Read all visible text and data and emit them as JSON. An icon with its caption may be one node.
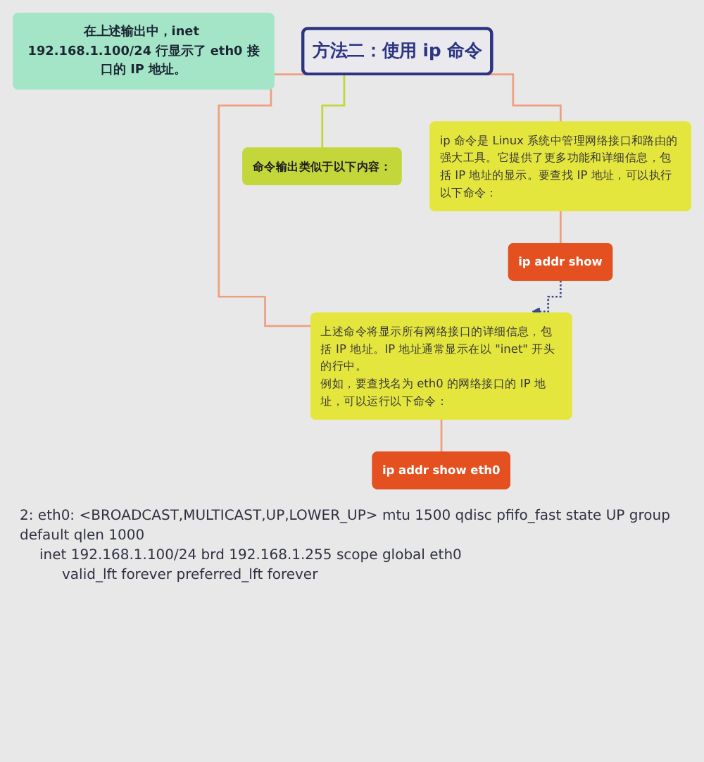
{
  "diagram": {
    "nodes": [
      {
        "text": [
          "方法二：使用 ip 命令"
        ]
      },
      {
        "text": [
          "ip 命令是 Linux 系统中管理网络接口和路由的强大工具。它提供了更多功能和详细信息，包括 IP 地址的显示。要查找 IP 地址，可以执行以下命令："
        ]
      },
      {
        "text": [
          "ip addr show"
        ]
      },
      {
        "text": [
          "上述命令将显示所有网络接口的详细信息，包括 IP 地址。IP 地址通常显示在以 \"inet\" 开头的行中。",
          "例如，要查找名为 eth0 的网络接口的 IP 地址，可以运行以下命令："
        ]
      },
      {
        "text": [
          "ip addr show eth0"
        ]
      },
      {
        "text": [
          "命令输出类似于以下内容："
        ]
      },
      {
        "text": [
          "在上述输出中，inet 192.168.1.100/24 行显示了 eth0 接口的 IP 地址。"
        ]
      }
    ],
    "edges": [
      {
        "from": 0,
        "to": 1,
        "arrow": "none"
      },
      {
        "from": 1,
        "to": 2,
        "arrow": "none"
      },
      {
        "from": 0,
        "to": 3,
        "arrow": "none"
      },
      {
        "from": 3,
        "to": 4,
        "arrow": "none"
      },
      {
        "from": 0,
        "to": 5,
        "arrow": "none",
        "color": "#c3d63a"
      },
      {
        "from": 2,
        "to": 3,
        "arrow": "to",
        "style": "dashed",
        "color": "#3b4a8a"
      }
    ],
    "labels": [
      "2: eth0: <BROADCAST,MULTICAST,UP,LOWER_UP> mtu 1500 qdisc pfifo_fast state UP group default qlen 1000",
      "inet 192.168.1.100/24 brd 192.168.1.255 scope global eth0",
      "valid_lft forever preferred_lft forever"
    ]
  }
}
